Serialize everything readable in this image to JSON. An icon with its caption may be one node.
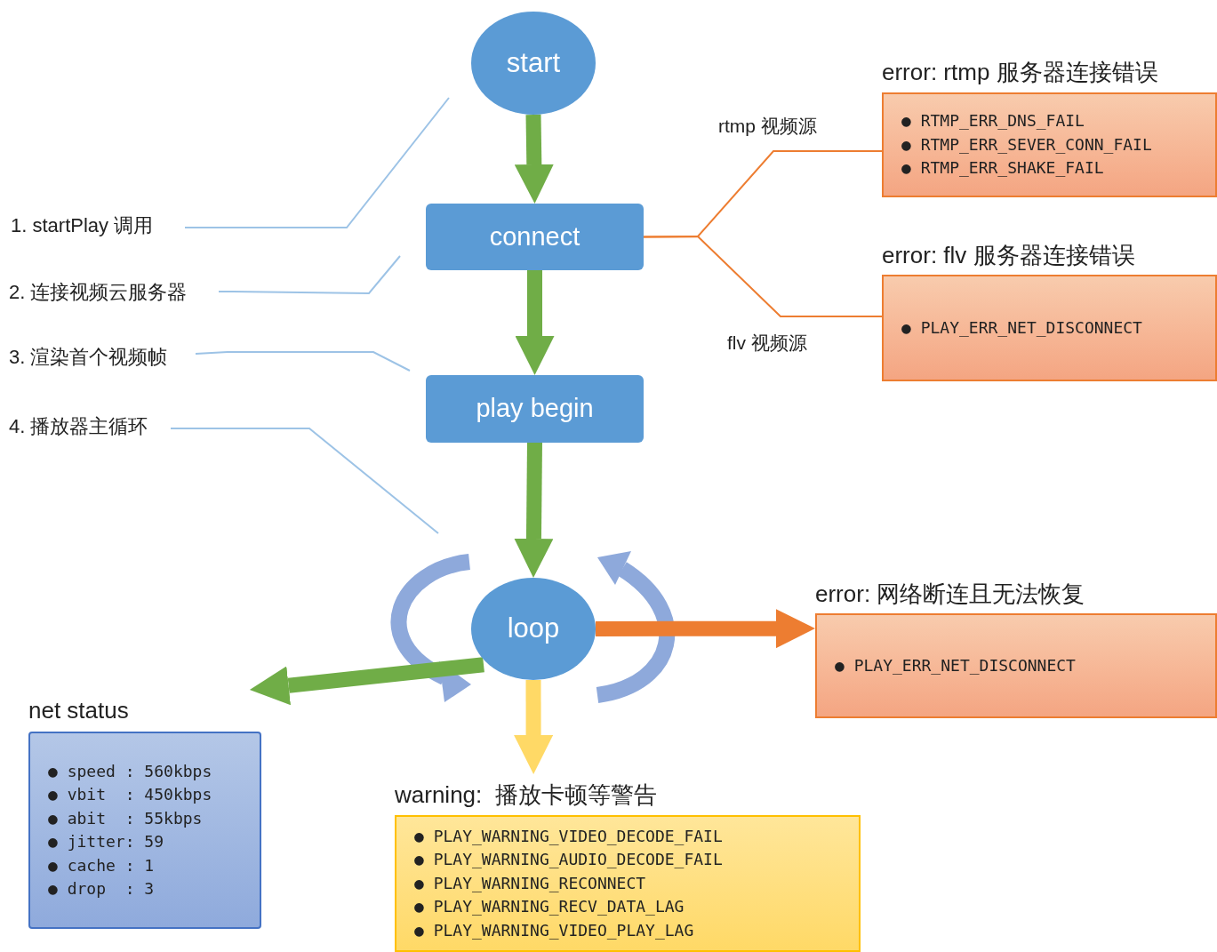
{
  "diagram": {
    "nodes": [
      {
        "text": [
          "start"
        ]
      },
      {
        "text": [
          "connect"
        ]
      },
      {
        "text": [
          "play begin"
        ]
      },
      {
        "text": [
          "loop"
        ]
      },
      {
        "text": [
          "1. startPlay 调用"
        ]
      },
      {
        "text": [
          "2. 连接视频云服务器"
        ]
      },
      {
        "text": [
          "3. 渲染首个视频帧"
        ]
      },
      {
        "text": [
          "4. 播放器主循环"
        ]
      },
      {
        "text": [
          "error: rtmp 服务器连接错误",
          "● RTMP_ERR_DNS_FAIL",
          "● RTMP_ERR_SEVER_CONN_FAIL",
          "● RTMP_ERR_SHAKE_FAIL"
        ]
      },
      {
        "text": [
          "error: flv 服务器连接错误",
          "● PLAY_ERR_NET_DISCONNECT"
        ]
      },
      {
        "text": [
          "error: 网络断连且无法恢复",
          "● PLAY_ERR_NET_DISCONNECT"
        ]
      },
      {
        "text": [
          "net status",
          "● speed : 560kbps",
          "● vbit  : 450kbps",
          "● abit  : 55kbps",
          "● jitter: 59",
          "● cache : 1",
          "● drop  : 3"
        ]
      },
      {
        "text": [
          "warning:  播放卡顿等警告",
          "● PLAY_WARNING_VIDEO_DECODE_FAIL",
          "● PLAY_WARNING_AUDIO_DECODE_FAIL",
          "● PLAY_WARNING_RECONNECT",
          "● PLAY_WARNING_RECV_DATA_LAG",
          "● PLAY_WARNING_VIDEO_PLAY_LAG"
        ]
      }
    ],
    "edges": [
      {
        "from": 0,
        "to": 1,
        "arrow": "to",
        "style": "thick",
        "color": "#70ad47"
      },
      {
        "from": 1,
        "to": 2,
        "arrow": "to",
        "style": "thick",
        "color": "#70ad47"
      },
      {
        "from": 2,
        "to": 3,
        "arrow": "to",
        "style": "thick",
        "color": "#70ad47"
      },
      {
        "from": 3,
        "to": 10,
        "arrow": "to",
        "style": "thick",
        "color": "#ed7d31"
      },
      {
        "from": 3,
        "to": 11,
        "arrow": "to",
        "style": "thick",
        "color": "#70ad47"
      },
      {
        "from": 3,
        "to": 12,
        "arrow": "to",
        "style": "thick",
        "color": "#ffd966"
      },
      {
        "from": 1,
        "to": 8,
        "arrow": "none",
        "label": "rtmp 视频源",
        "color": "#ed7d31"
      },
      {
        "from": 1,
        "to": 9,
        "arrow": "none",
        "label": "flv 视频源",
        "color": "#ed7d31"
      },
      {
        "from": 4,
        "to": null,
        "arrow": "none",
        "color": "#9dc3e6"
      },
      {
        "from": 5,
        "to": null,
        "arrow": "none",
        "color": "#9dc3e6"
      },
      {
        "from": 6,
        "to": null,
        "arrow": "none",
        "color": "#9dc3e6"
      },
      {
        "from": 7,
        "to": null,
        "arrow": "none",
        "color": "#9dc3e6"
      }
    ]
  }
}
